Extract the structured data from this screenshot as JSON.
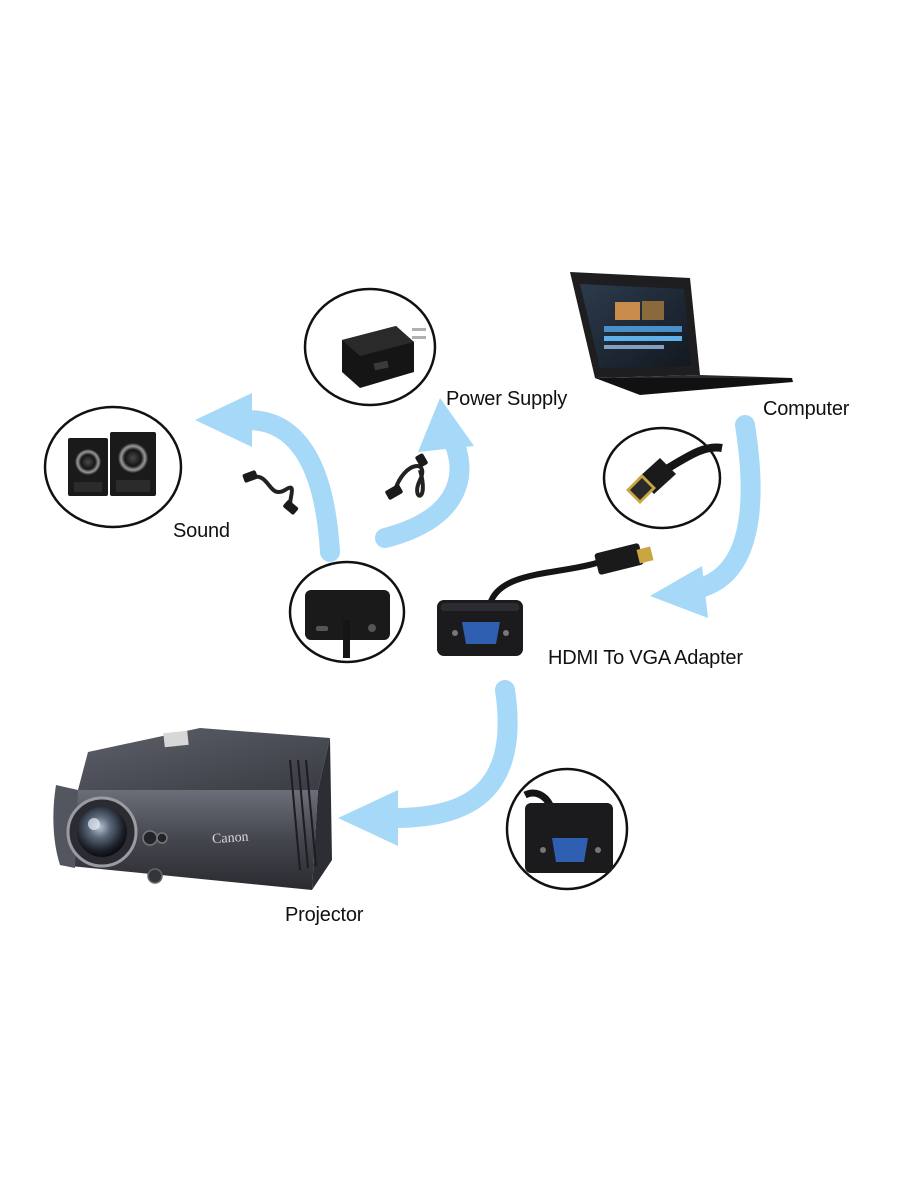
{
  "diagram": {
    "nodes": {
      "power_supply": {
        "label": "Power Supply",
        "icon": "wall-charger-icon"
      },
      "computer": {
        "label": "Computer",
        "icon": "laptop-icon"
      },
      "sound": {
        "label": "Sound",
        "icon": "speakers-icon"
      },
      "adapter": {
        "label": "HDMI To VGA Adapter",
        "icon": "hdmi-vga-adapter-icon"
      },
      "projector": {
        "label": "Projector",
        "icon": "projector-icon",
        "brand": "Canon"
      }
    },
    "connections": [
      {
        "from": "computer",
        "to": "adapter",
        "via": "HDMI"
      },
      {
        "from": "adapter",
        "to": "power_supply",
        "via": "USB"
      },
      {
        "from": "adapter",
        "to": "sound",
        "via": "3.5mm audio"
      },
      {
        "from": "adapter",
        "to": "projector",
        "via": "VGA"
      }
    ],
    "colors": {
      "arrow": "#a6d8f7",
      "device_dark": "#1c1c1e",
      "vga_port": "#2e5fb0",
      "hdmi_gold": "#c9a640"
    }
  }
}
